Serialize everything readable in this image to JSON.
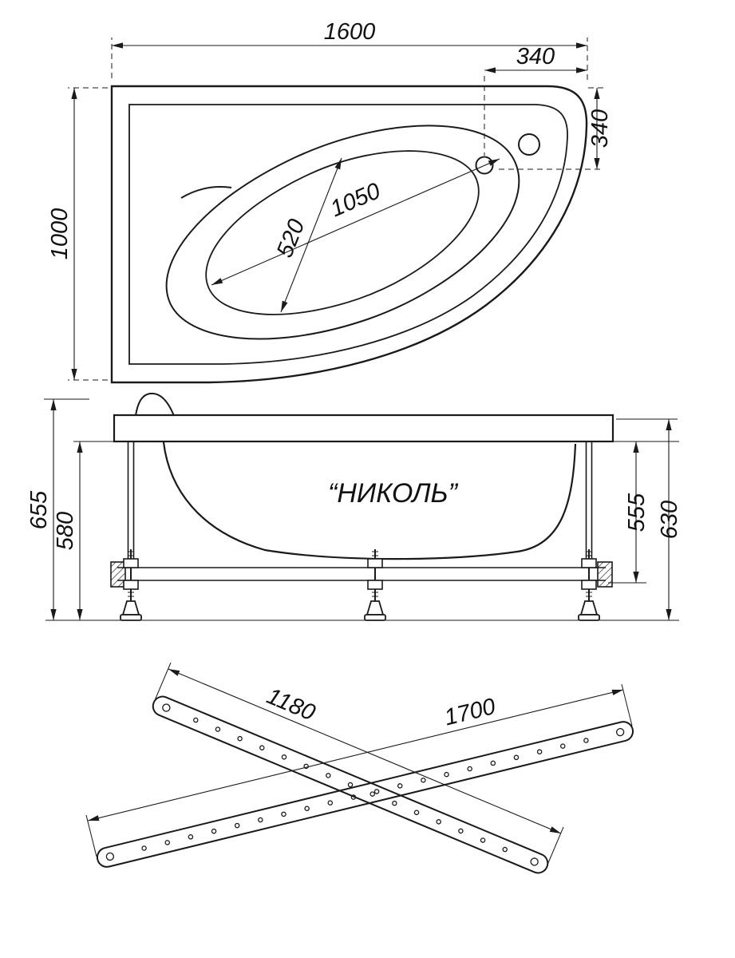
{
  "top_view": {
    "overall_width": "1600",
    "drain_offset_x": "340",
    "drain_offset_y": "340",
    "overall_depth": "1000",
    "basin_length": "1050",
    "basin_width": "520"
  },
  "front_view": {
    "model_name": "“НИКОЛЬ”",
    "total_height": "655",
    "shell_height": "580",
    "apron_height": "555",
    "frame_height": "630"
  },
  "mounting_rails": {
    "short_rail": "1180",
    "long_rail": "1700"
  },
  "colors": {
    "line": "#1a1a1a",
    "background": "#ffffff"
  }
}
